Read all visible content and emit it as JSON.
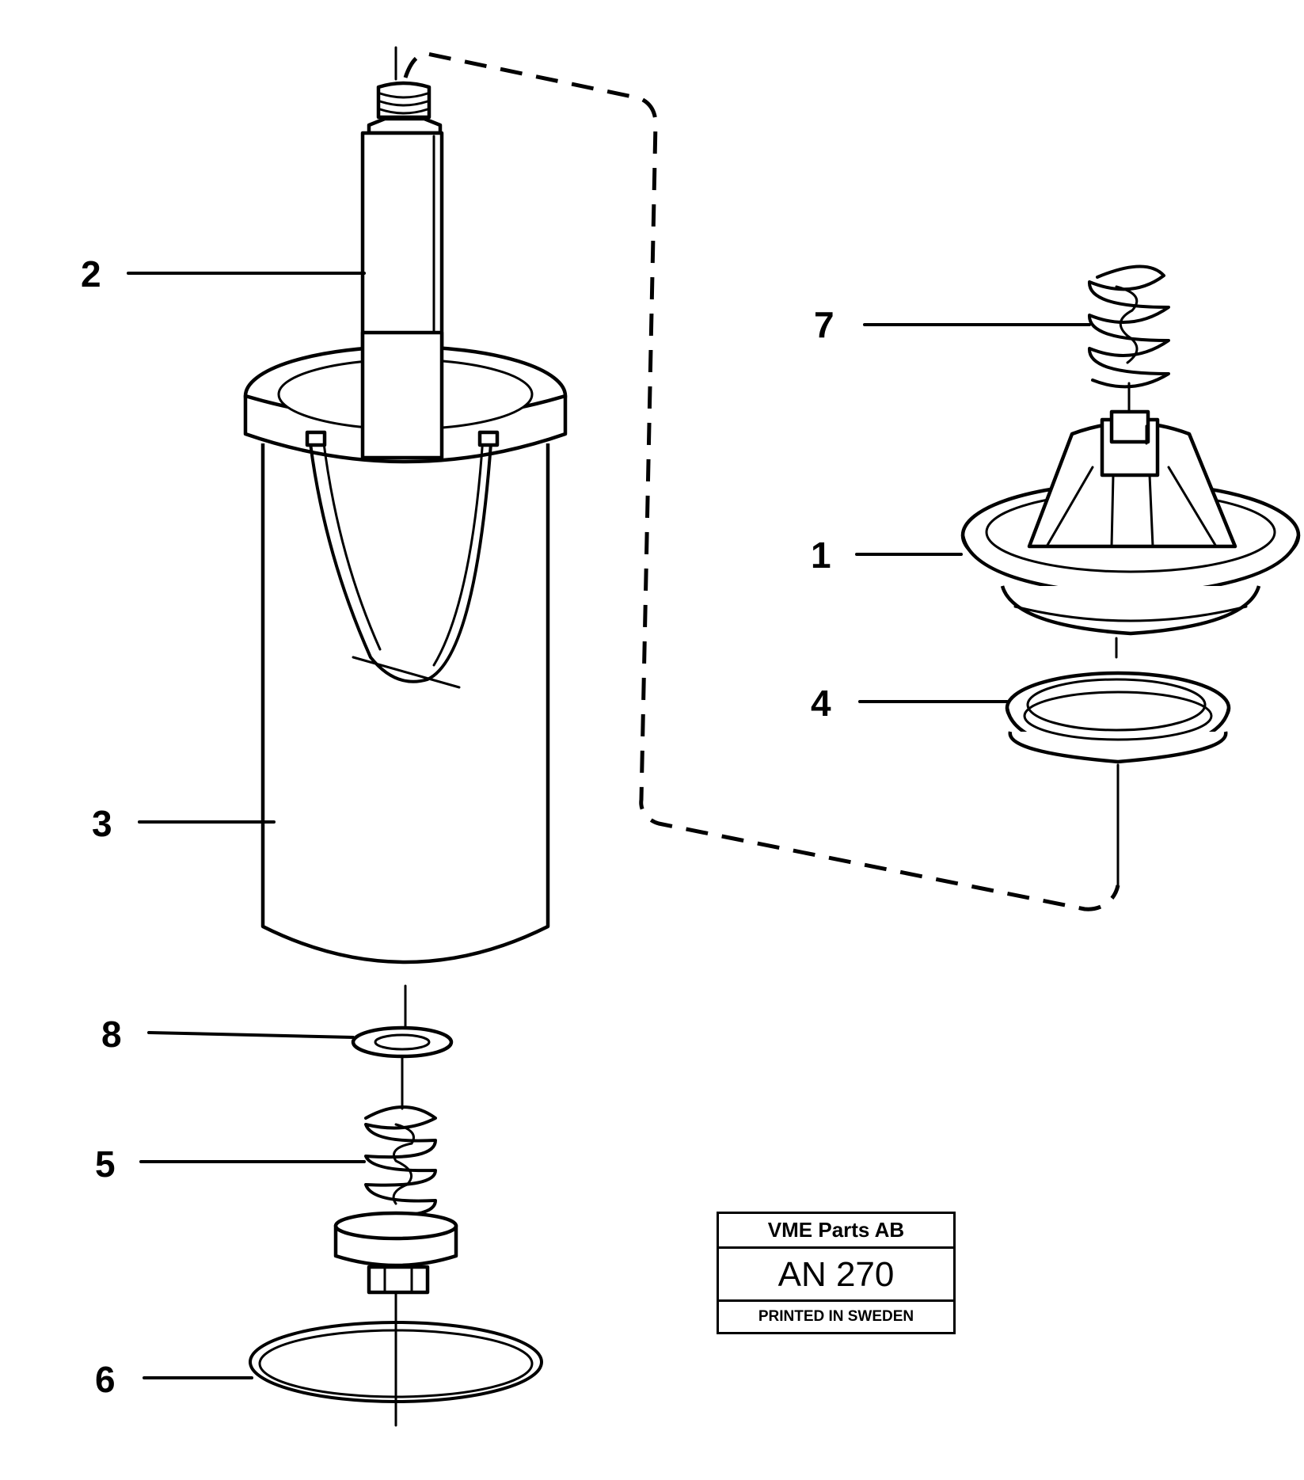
{
  "callouts": [
    {
      "id": "2",
      "label": "2"
    },
    {
      "id": "7",
      "label": "7"
    },
    {
      "id": "1",
      "label": "1"
    },
    {
      "id": "4",
      "label": "4"
    },
    {
      "id": "3",
      "label": "3"
    },
    {
      "id": "8",
      "label": "8"
    },
    {
      "id": "5",
      "label": "5"
    },
    {
      "id": "6",
      "label": "6"
    }
  ],
  "title_block": {
    "company": "VME Parts AB",
    "drawing_number": "AN 270",
    "printed": "PRINTED IN SWEDEN"
  }
}
